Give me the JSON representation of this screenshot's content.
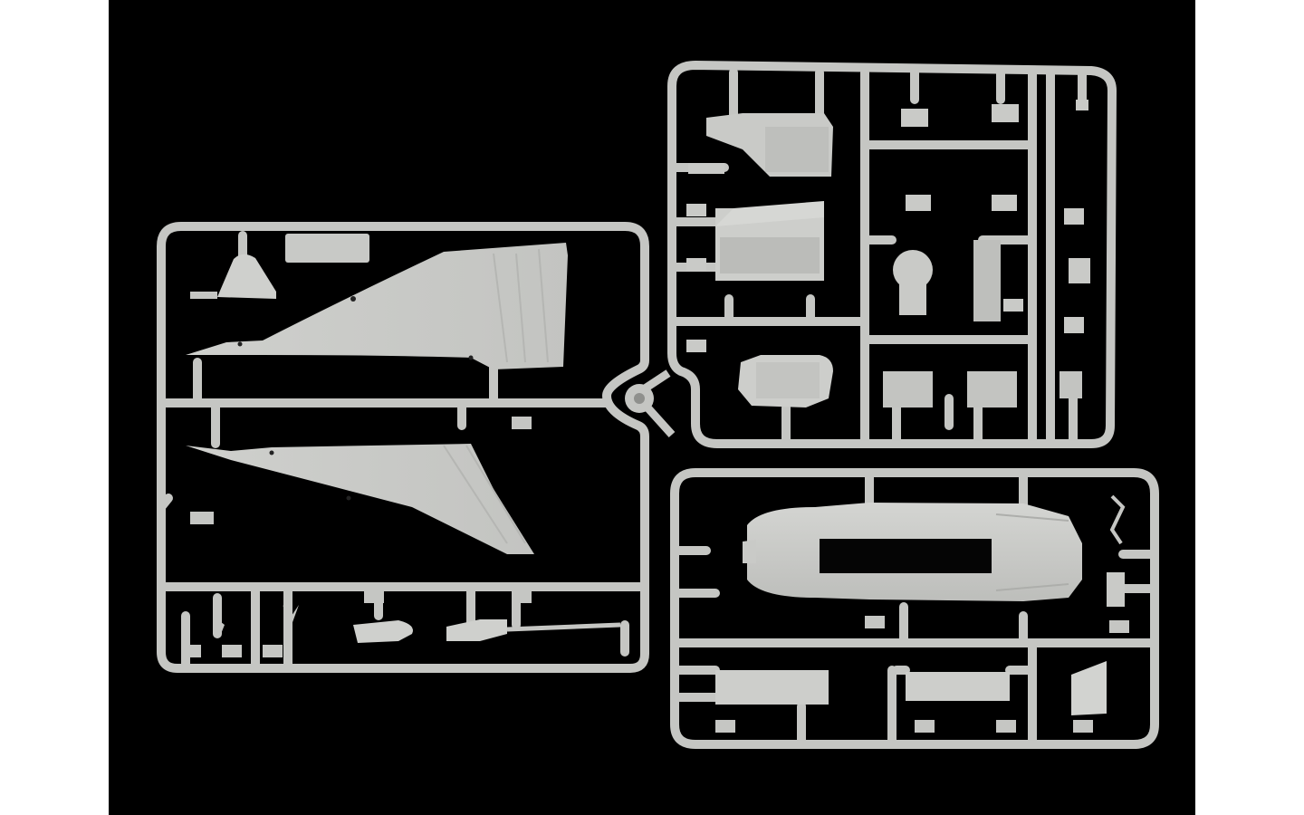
{
  "image": {
    "background_color": "#000000",
    "margin_color": "#ffffff",
    "plastic_color": "#c5c6c3",
    "plastic_shade_color": "#a9aaa7",
    "plastic_light_color": "#d4d5d2"
  },
  "sprues": [
    {
      "id": "left-sprue",
      "description_text": ""
    },
    {
      "id": "top-right-sprue",
      "description_text": ""
    },
    {
      "id": "bottom-right-sprue",
      "description_text": ""
    }
  ]
}
